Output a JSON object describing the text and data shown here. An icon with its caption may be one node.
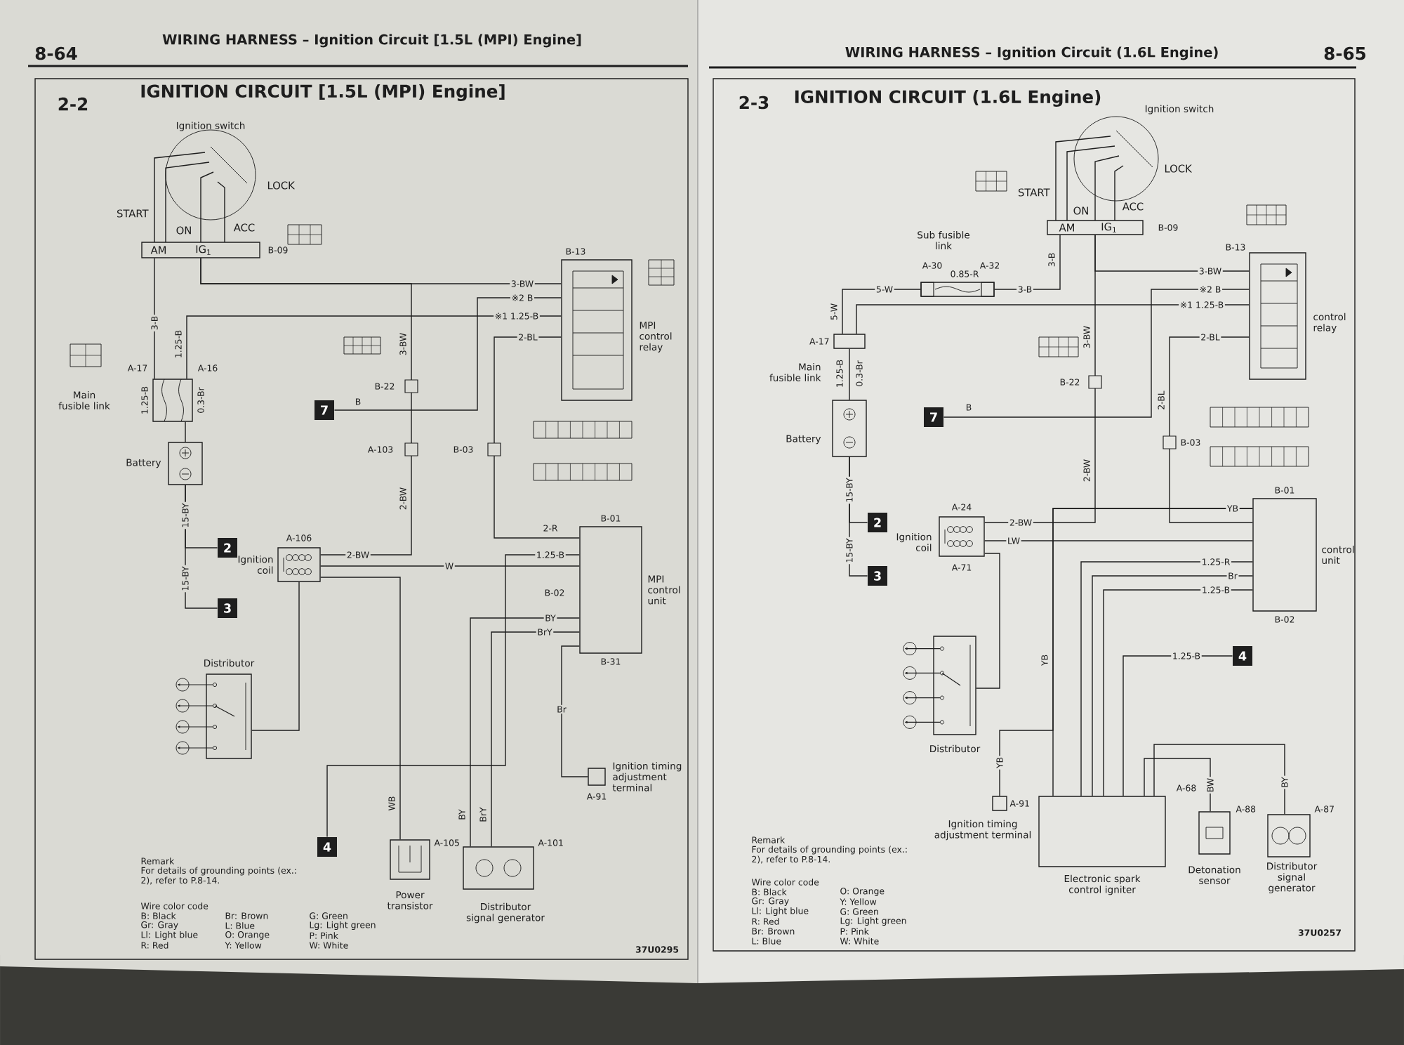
{
  "diagram": {
    "nodes": [
      {
        "text": [
          "Ignition switch"
        ]
      },
      {
        "text": [
          "Main fusible link"
        ]
      },
      {
        "text": [
          "Battery"
        ]
      },
      {
        "text": [
          "2"
        ]
      },
      {
        "text": [
          "3"
        ]
      },
      {
        "text": [
          "7"
        ]
      },
      {
        "text": [
          "MPI control relay"
        ]
      },
      {
        "text": [
          "Ignition coil"
        ]
      },
      {
        "text": [
          "Distributor"
        ]
      },
      {
        "text": [
          "4"
        ]
      },
      {
        "text": [
          "MPI control unit"
        ]
      },
      {
        "text": [
          "Power transistor"
        ]
      },
      {
        "text": [
          "Distributor signal generator"
        ]
      },
      {
        "text": [
          "Ignition timing adjustment terminal"
        ]
      },
      {
        "text": [
          "Ignition switch"
        ]
      },
      {
        "text": [
          "Sub fusible link"
        ]
      },
      {
        "text": [
          "Main fusible link"
        ]
      },
      {
        "text": [
          "Battery"
        ]
      },
      {
        "text": [
          "2"
        ]
      },
      {
        "text": [
          "3"
        ]
      },
      {
        "text": [
          "7"
        ]
      },
      {
        "text": [
          "control relay"
        ]
      },
      {
        "text": [
          "Ignition coil"
        ]
      },
      {
        "text": [
          "control unit"
        ]
      },
      {
        "text": [
          "Distributor"
        ]
      },
      {
        "text": [
          "4"
        ]
      },
      {
        "text": [
          "Ignition timing adjustment terminal"
        ]
      },
      {
        "text": [
          "Electronic spark control igniter"
        ]
      },
      {
        "text": [
          "Detonation sensor"
        ]
      },
      {
        "text": [
          "Distributor signal generator"
        ]
      }
    ],
    "edges": [
      {
        "from": 0,
        "to": 1,
        "arrow": "none",
        "label": "3-B"
      },
      {
        "from": 1,
        "to": 6,
        "arrow": "none",
        "label": "※1 1.25-B"
      },
      {
        "from": 0,
        "to": 6,
        "arrow": "none",
        "label": "3-BW"
      },
      {
        "from": 5,
        "to": 6,
        "arrow": "none",
        "label": "※2 B"
      },
      {
        "from": 6,
        "to": 10,
        "arrow": "none",
        "label": "2-BL"
      },
      {
        "from": 0,
        "to": 7,
        "arrow": "none",
        "label": "2-BW"
      },
      {
        "from": 7,
        "to": 10,
        "arrow": "none",
        "label": "W"
      },
      {
        "from": 7,
        "to": 8,
        "arrow": "none"
      },
      {
        "from": 9,
        "to": 10,
        "arrow": "none",
        "label": "1.25-B"
      },
      {
        "from": 10,
        "to": 12,
        "arrow": "none",
        "label": "BY"
      },
      {
        "from": 10,
        "to": 12,
        "arrow": "none",
        "label": "BrY"
      },
      {
        "from": 10,
        "to": 13,
        "arrow": "none",
        "label": "Br"
      },
      {
        "from": 11,
        "to": 7,
        "arrow": "none"
      },
      {
        "from": 2,
        "to": 1,
        "arrow": "none"
      },
      {
        "from": 2,
        "to": 3,
        "arrow": "none",
        "label": "15-BY"
      },
      {
        "from": 2,
        "to": 4,
        "arrow": "none",
        "label": "15-BY"
      },
      {
        "from": 14,
        "to": 15,
        "arrow": "none",
        "label": "3-B"
      },
      {
        "from": 15,
        "to": 16,
        "arrow": "none",
        "label": "5-W"
      },
      {
        "from": 16,
        "to": 21,
        "arrow": "none",
        "label": "※1 1.25-B"
      },
      {
        "from": 14,
        "to": 21,
        "arrow": "none",
        "label": "3-BW"
      },
      {
        "from": 20,
        "to": 21,
        "arrow": "none",
        "label": "※2 B"
      },
      {
        "from": 21,
        "to": 23,
        "arrow": "none",
        "label": "2-BL"
      },
      {
        "from": 14,
        "to": 22,
        "arrow": "none",
        "label": "2-BW"
      },
      {
        "from": 22,
        "to": 23,
        "arrow": "none",
        "label": "LW"
      },
      {
        "from": 22,
        "to": 24,
        "arrow": "none"
      },
      {
        "from": 27,
        "to": 25,
        "arrow": "none",
        "label": "1.25-B"
      },
      {
        "from": 23,
        "to": 27,
        "arrow": "none",
        "label": "1.25-R"
      },
      {
        "from": 23,
        "to": 27,
        "arrow": "none",
        "label": "Br"
      },
      {
        "from": 23,
        "to": 27,
        "arrow": "none",
        "label": "1.25-B"
      },
      {
        "from": 23,
        "to": 27,
        "arrow": "none",
        "label": "YB"
      },
      {
        "from": 23,
        "to": 26,
        "arrow": "none",
        "label": "YB"
      },
      {
        "from": 27,
        "to": 28,
        "arrow": "none",
        "label": "BW"
      },
      {
        "from": 27,
        "to": 29,
        "arrow": "none",
        "label": "BY"
      },
      {
        "from": 17,
        "to": 16,
        "arrow": "none"
      },
      {
        "from": 17,
        "to": 18,
        "arrow": "none",
        "label": "15-BY"
      },
      {
        "from": 17,
        "to": 19,
        "arrow": "none",
        "label": "15-BY"
      }
    ],
    "labels": [
      "8-64",
      "WIRING HARNESS – Ignition Circuit [1.5L (MPI) Engine]",
      "2-2",
      "IGNITION CIRCUIT [1.5L (MPI) Engine]",
      "START",
      "LOCK",
      "ON",
      "ACC",
      "AM",
      "IG$_{1}$",
      "B-09",
      "B-13",
      "A-17",
      "A-16",
      "1.25-B",
      "0.3-Br",
      "1.25-B",
      "3-BW",
      "B-22",
      "A-103",
      "2-BW",
      "B",
      "B-03",
      "2-R",
      "B-01",
      "B-02",
      "B-31",
      "A-106",
      "A-105",
      "A-101",
      "A-91",
      "WB",
      "BY",
      "BrY",
      "Remark",
      "For details of grounding points (ex.: 2), refer to P.8-14.",
      "Wire color code",
      "B: Black",
      "Br: Brown",
      "G: Green",
      "Gr: Gray",
      "L: Blue",
      "Lg: Light green",
      "Ll: Light blue",
      "O: Orange",
      "P: Pink",
      "R: Red",
      "Y: Yellow",
      "W: White",
      "37U0295",
      "WIRING HARNESS – Ignition Circuit (1.6L Engine)",
      "8-65",
      "2-3",
      "IGNITION CIRCUIT (1.6L Engine)",
      "START",
      "LOCK",
      "ON",
      "ACC",
      "AM",
      "IG$_{1}$",
      "B-09",
      "A-30",
      "0.85-R",
      "A-32",
      "3-B",
      "5-W",
      "A-17",
      "1.25-B",
      "0.3-Br",
      "B-13",
      "3-BW",
      "B-22",
      "2-BW",
      "B",
      "B-03",
      "2-BL",
      "A-24",
      "A-71",
      "B-01",
      "B-02",
      "YB",
      "A-91",
      "A-68",
      "A-88",
      "A-87",
      "Remark",
      "For details of grounding points (ex.: 2), refer to P.8-14.",
      "Wire color code",
      "B: Black",
      "O: Orange",
      "Gr: Gray",
      "Y: Yellow",
      "Ll: Light blue",
      "G: Green",
      "R: Red",
      "Lg: Light green",
      "Br: Brown",
      "P: Pink",
      "L: Blue",
      "W: White",
      "37U0257"
    ]
  }
}
